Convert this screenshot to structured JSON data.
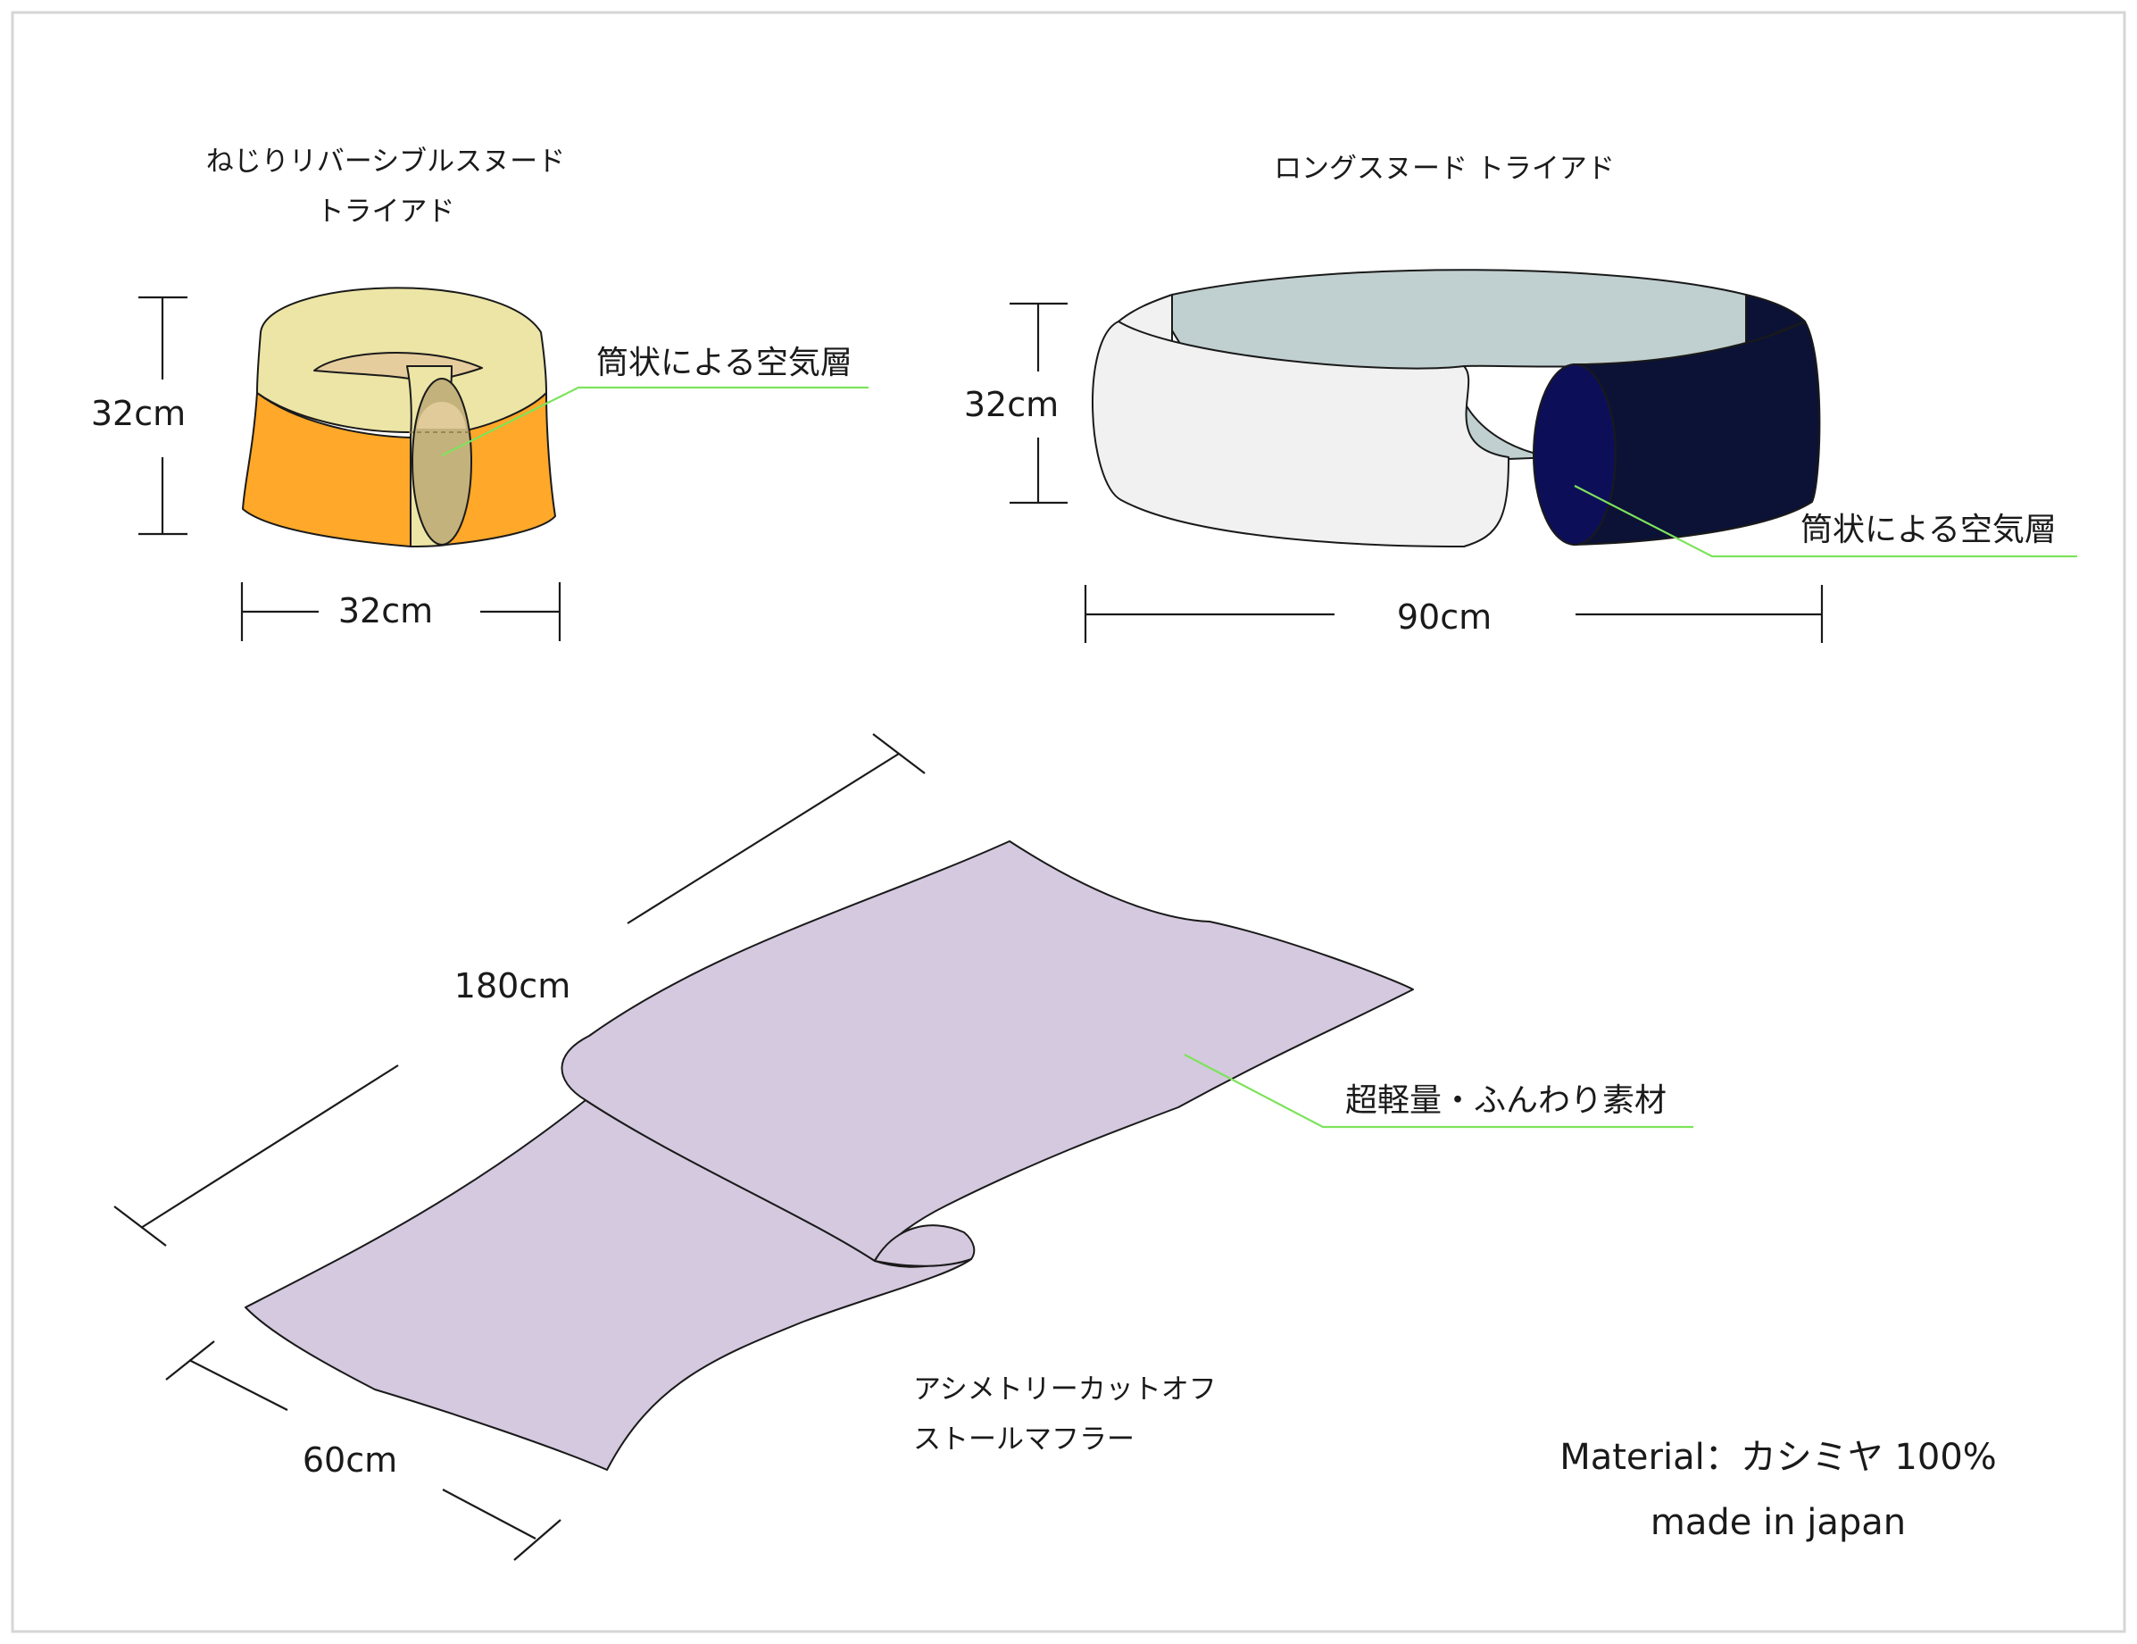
{
  "colors": {
    "frame": "#d6d6d6",
    "snood_cream": "#ece5a6",
    "snood_orange": "#ffa829",
    "snood_inner": "#e6cd9d",
    "snood_air_layer": "#c4b27c",
    "long_inner": "#c0cfcf",
    "long_white": "#f1f1f1",
    "long_navy": "#0b1235",
    "long_navy_end": "#0c0f58",
    "stole_lilac": "#d4c9df",
    "leader_green": "#7ee35c"
  },
  "reversible_snood": {
    "title_line1": "ねじりリバーシブルスヌード",
    "title_line2": "トライアド",
    "height_label": "32cm",
    "width_label": "32cm",
    "callout": "筒状による空気層"
  },
  "long_snood": {
    "title": "ロングスヌード トライアド",
    "height_label": "32cm",
    "width_label": "90cm",
    "callout": "筒状による空気層"
  },
  "stole": {
    "length_label": "180cm",
    "width_label": "60cm",
    "callout": "超軽量・ふんわり素材",
    "title_line1": "アシメトリーカットオフ",
    "title_line2": "ストールマフラー"
  },
  "footer": {
    "material": "Material：カシミヤ 100%",
    "origin": "made in japan"
  }
}
